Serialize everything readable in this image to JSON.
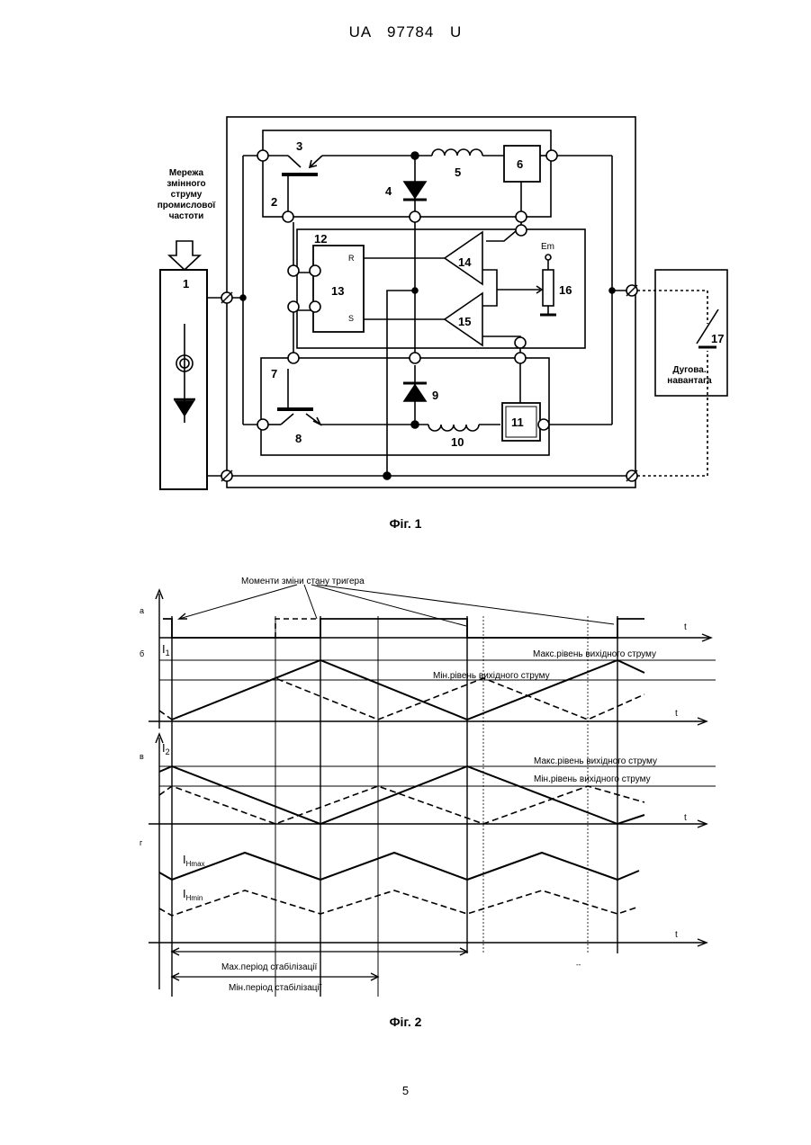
{
  "header": "UA   97784   U",
  "fig1": {
    "caption": "Фіг. 1",
    "mains_label": [
      "Мережа",
      "змінного",
      "струму",
      "промислової",
      "частоти"
    ],
    "load_label": [
      "Дугова.",
      "навантага"
    ],
    "numbers": {
      "n1": "1",
      "n2": "2",
      "n3": "3",
      "n4": "4",
      "n5": "5",
      "n6": "6",
      "n7": "7",
      "n8": "8",
      "n9": "9",
      "n10": "10",
      "n11": "11",
      "n12": "12",
      "n13": "13",
      "n14": "14",
      "n15": "15",
      "n16": "16",
      "n17": "17"
    },
    "trigger_R": "R",
    "trigger_S": "S",
    "em": "Em"
  },
  "fig2": {
    "caption": "Фіг. 2",
    "moments_label": "Моменти зміни стану тригера",
    "row_a": "а",
    "row_b": "б",
    "row_v": "в",
    "row_g": "г",
    "t": "t",
    "i1": "I",
    "i1_sub": "1",
    "i2": "I",
    "i2_sub": "2",
    "max_level": "Макс.рівень вихідного струму",
    "min_level": "Мін.рівень вихідного струму",
    "inmax": "I",
    "inmax_sub": "Hmax",
    "inmin": "I",
    "inmin_sub": "Hmin",
    "max_period": "Max.період стабілізації",
    "min_period": "Мін.період стабілізації",
    "dash_mark": "--"
  },
  "page_number": "5"
}
